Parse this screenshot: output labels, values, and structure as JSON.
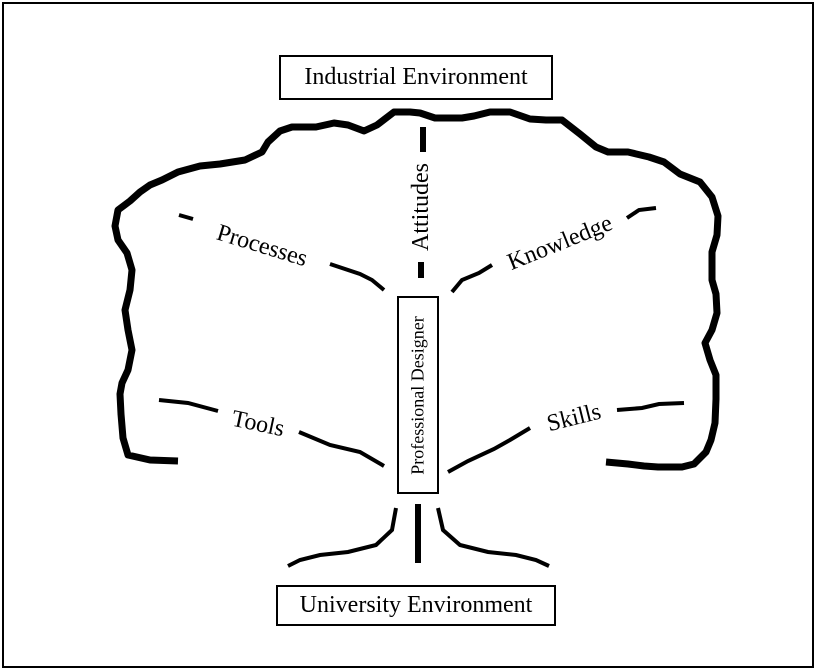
{
  "industrial_environment": "Industrial Environment",
  "university_environment": "University Environment",
  "professional_designer": "Professional Designer",
  "branches": {
    "attitudes": "Attitudes",
    "processes": "Processes",
    "knowledge": "Knowledge",
    "tools": "Tools",
    "skills": "Skills"
  }
}
